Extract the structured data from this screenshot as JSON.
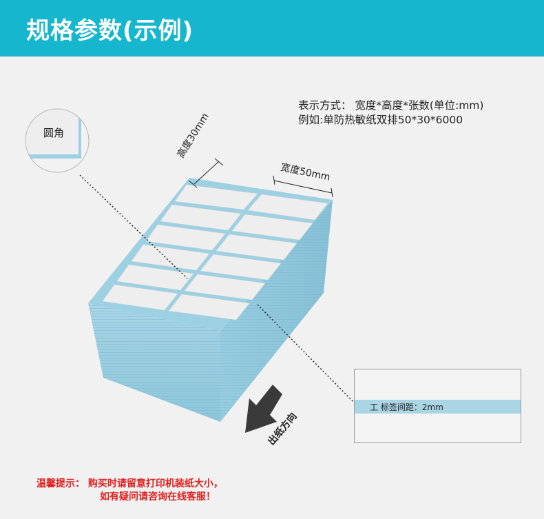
{
  "header": {
    "title": "规格参数(示例)"
  },
  "format": {
    "line1": "表示方式：  宽度*高度*张数(单位:mm)",
    "line2": "例如:单防热敏纸双排50*30*6000"
  },
  "diagram": {
    "height_label": "高度30mm",
    "width_label": "宽度50mm",
    "corner_label": "圆角",
    "gap_label": "标签间距：2mm",
    "gap_icon": "工",
    "feed_label": "出纸方向"
  },
  "tip": {
    "line1": "温馨提示：  购买时请留意打印机装纸大小，",
    "line2": "如有疑问请咨询在线客服！"
  },
  "colors": {
    "header": "#16b6cf",
    "label_backing": "#9cd0e2",
    "tip": "#e02020"
  }
}
